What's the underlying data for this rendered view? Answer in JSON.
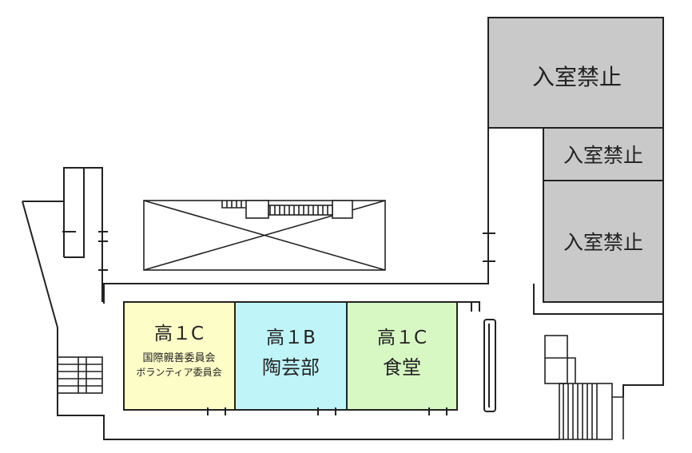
{
  "colors": {
    "wall": "#222222",
    "restricted": "#c9c9ca",
    "room_yellow": "#fdfdc8",
    "room_cyan": "#bff4f8",
    "room_green": "#d7f8c3"
  },
  "restricted_areas": [
    {
      "label": "入室禁止"
    },
    {
      "label": "入室禁止"
    },
    {
      "label": "入室禁止"
    }
  ],
  "rooms": [
    {
      "line1": "高１C",
      "line2": "国際親善委員会",
      "line3": "ボランティア委員会",
      "color": "#fdfdc8"
    },
    {
      "line1": "高１B",
      "line2": "陶芸部",
      "color": "#bff4f8"
    },
    {
      "line1": "高１C",
      "line2": "食堂",
      "color": "#d7f8c3"
    }
  ]
}
